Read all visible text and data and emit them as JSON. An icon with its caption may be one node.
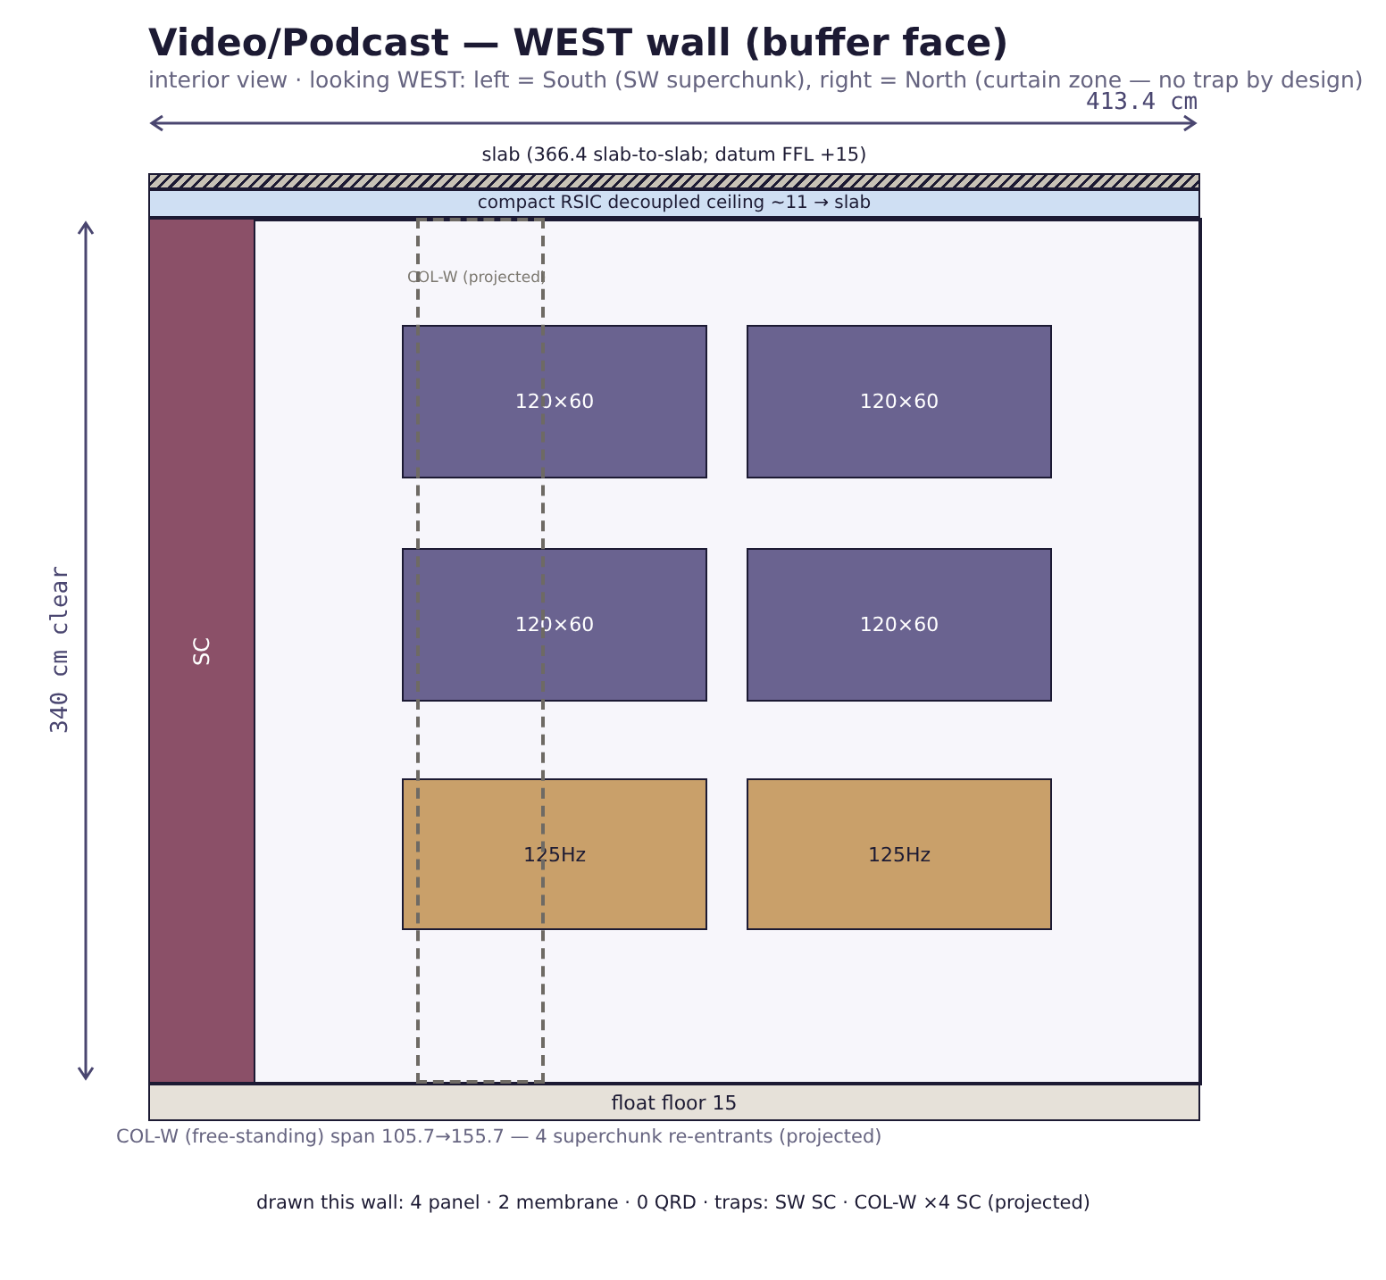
{
  "diagram": {
    "title": "Video/Podcast — WEST wall (buffer face)",
    "nodes": [
      {
        "text": [
          "slab (366.4 slab-to-slab; datum FFL +15)"
        ]
      },
      {
        "text": [
          "compact RSIC decoupled ceiling ~11 → slab"
        ]
      },
      {
        "text": [],
        "shape": "box"
      },
      {
        "text": [
          "SC"
        ],
        "in": 2
      },
      {
        "text": [
          "COL-W (projected)"
        ],
        "in": 2
      },
      {
        "text": [
          "120×60"
        ],
        "in": 2
      },
      {
        "text": [
          "120×60"
        ],
        "in": 2
      },
      {
        "text": [
          "120×60"
        ],
        "in": 2
      },
      {
        "text": [
          "120×60"
        ],
        "in": 2
      },
      {
        "text": [
          "125Hz"
        ],
        "in": 2
      },
      {
        "text": [
          "125Hz"
        ],
        "in": 2
      },
      {
        "text": [
          "float floor 15"
        ]
      }
    ],
    "labels": [
      "interior view · looking WEST: left = South (SW superchunk), right = North (curtain zone — no trap by design)",
      "413.4 cm",
      "340 cm clear",
      "COL-W (free-standing) span 105.7→155.7 — 4 superchunk re-entrants (projected)",
      "drawn this wall: 4 panel · 2 membrane · 0 QRD · traps: SW SC · COL-W ×4 SC (projected)"
    ]
  }
}
